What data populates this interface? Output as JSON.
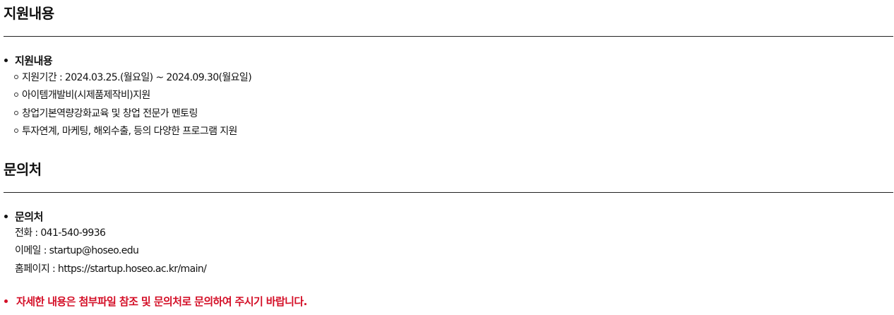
{
  "support": {
    "section_title": "지원내용",
    "bullet_title": "지원내용",
    "items": [
      "지원기간 : 2024.03.25.(월요일) ~ 2024.09.30(월요일)",
      "아이템개발비(시제품제작비)지원",
      "창업기본역량강화교육 및 창업 전문가 멘토링",
      "투자연계, 마케팅, 해외수출, 등의 다양한 프로그램 지원"
    ]
  },
  "contact": {
    "section_title": "문의처",
    "bullet_title": "문의처",
    "phone": "전화 : 041-540-9936",
    "email": "이메일 : startup@hoseo.edu",
    "homepage": "홈페이지 : https://startup.hoseo.ac.kr/main/"
  },
  "notice": {
    "text": "자세한 내용은 첨부파일 참조 및 문의처로 문의하여 주시기 바랍니다.",
    "color": "#d40f27"
  }
}
